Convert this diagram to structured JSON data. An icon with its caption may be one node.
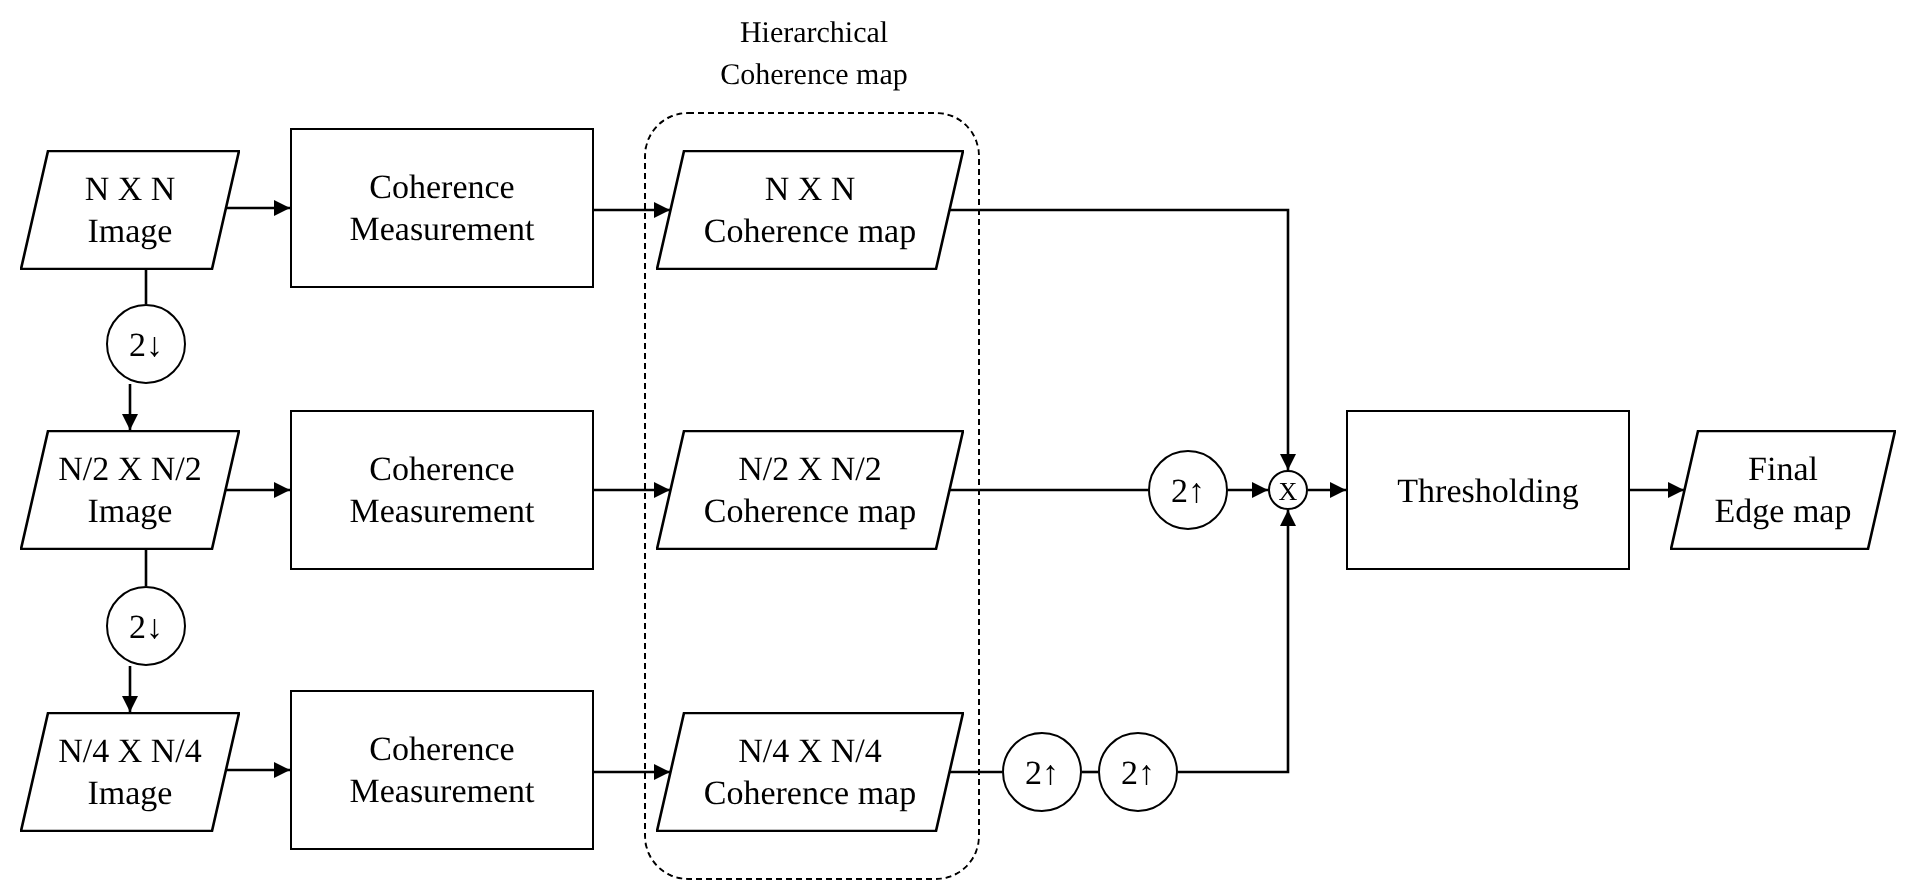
{
  "diagram": {
    "nodes": [
      {
        "text": [
          "N X N",
          "Image"
        ]
      },
      {
        "text": [
          "Coherence Measurement"
        ]
      },
      {
        "text": [
          "2↓"
        ]
      },
      {
        "text": [
          "N/2 X N/2",
          "Image"
        ]
      },
      {
        "text": [
          "Coherence Measurement"
        ]
      },
      {
        "text": [
          "2↓"
        ]
      },
      {
        "text": [
          "N/4 X N/4",
          "Image"
        ]
      },
      {
        "text": [
          "Coherence Measurement"
        ]
      },
      {
        "text": [
          "Hierarchical Coherence map"
        ]
      },
      {
        "text": [
          "N X N",
          "Coherence map"
        ],
        "in": 8
      },
      {
        "text": [
          "N/2 X N/2",
          "Coherence map"
        ],
        "in": 8
      },
      {
        "text": [
          "N/4 X N/4",
          "Coherence map"
        ],
        "in": 8
      },
      {
        "text": [
          "2↑"
        ]
      },
      {
        "text": [
          "X"
        ]
      },
      {
        "text": [
          "Thresholding"
        ]
      },
      {
        "text": [
          "Final Edge map"
        ]
      },
      {
        "text": [
          "2↑"
        ]
      },
      {
        "text": [
          "2↑"
        ]
      }
    ],
    "edges": [
      {
        "from": 0,
        "to": 1,
        "arrow": "to"
      },
      {
        "from": 1,
        "to": 9,
        "arrow": "to"
      },
      {
        "from": 0,
        "to": 2,
        "arrow": "none"
      },
      {
        "from": 2,
        "to": 3,
        "arrow": "to"
      },
      {
        "from": 3,
        "to": 4,
        "arrow": "to"
      },
      {
        "from": 4,
        "to": 10,
        "arrow": "to"
      },
      {
        "from": 3,
        "to": 5,
        "arrow": "none"
      },
      {
        "from": 5,
        "to": 6,
        "arrow": "to"
      },
      {
        "from": 6,
        "to": 7,
        "arrow": "to"
      },
      {
        "from": 7,
        "to": 11,
        "arrow": "to"
      },
      {
        "from": 9,
        "to": 13,
        "arrow": "to"
      },
      {
        "from": 10,
        "to": 12,
        "arrow": "none"
      },
      {
        "from": 12,
        "to": 13,
        "arrow": "to"
      },
      {
        "from": 11,
        "to": 16,
        "arrow": "none"
      },
      {
        "from": 16,
        "to": 17,
        "arrow": "none"
      },
      {
        "from": 17,
        "to": 13,
        "arrow": "to"
      },
      {
        "from": 13,
        "to": 14,
        "arrow": "to"
      },
      {
        "from": 14,
        "to": 15,
        "arrow": "to"
      }
    ]
  }
}
